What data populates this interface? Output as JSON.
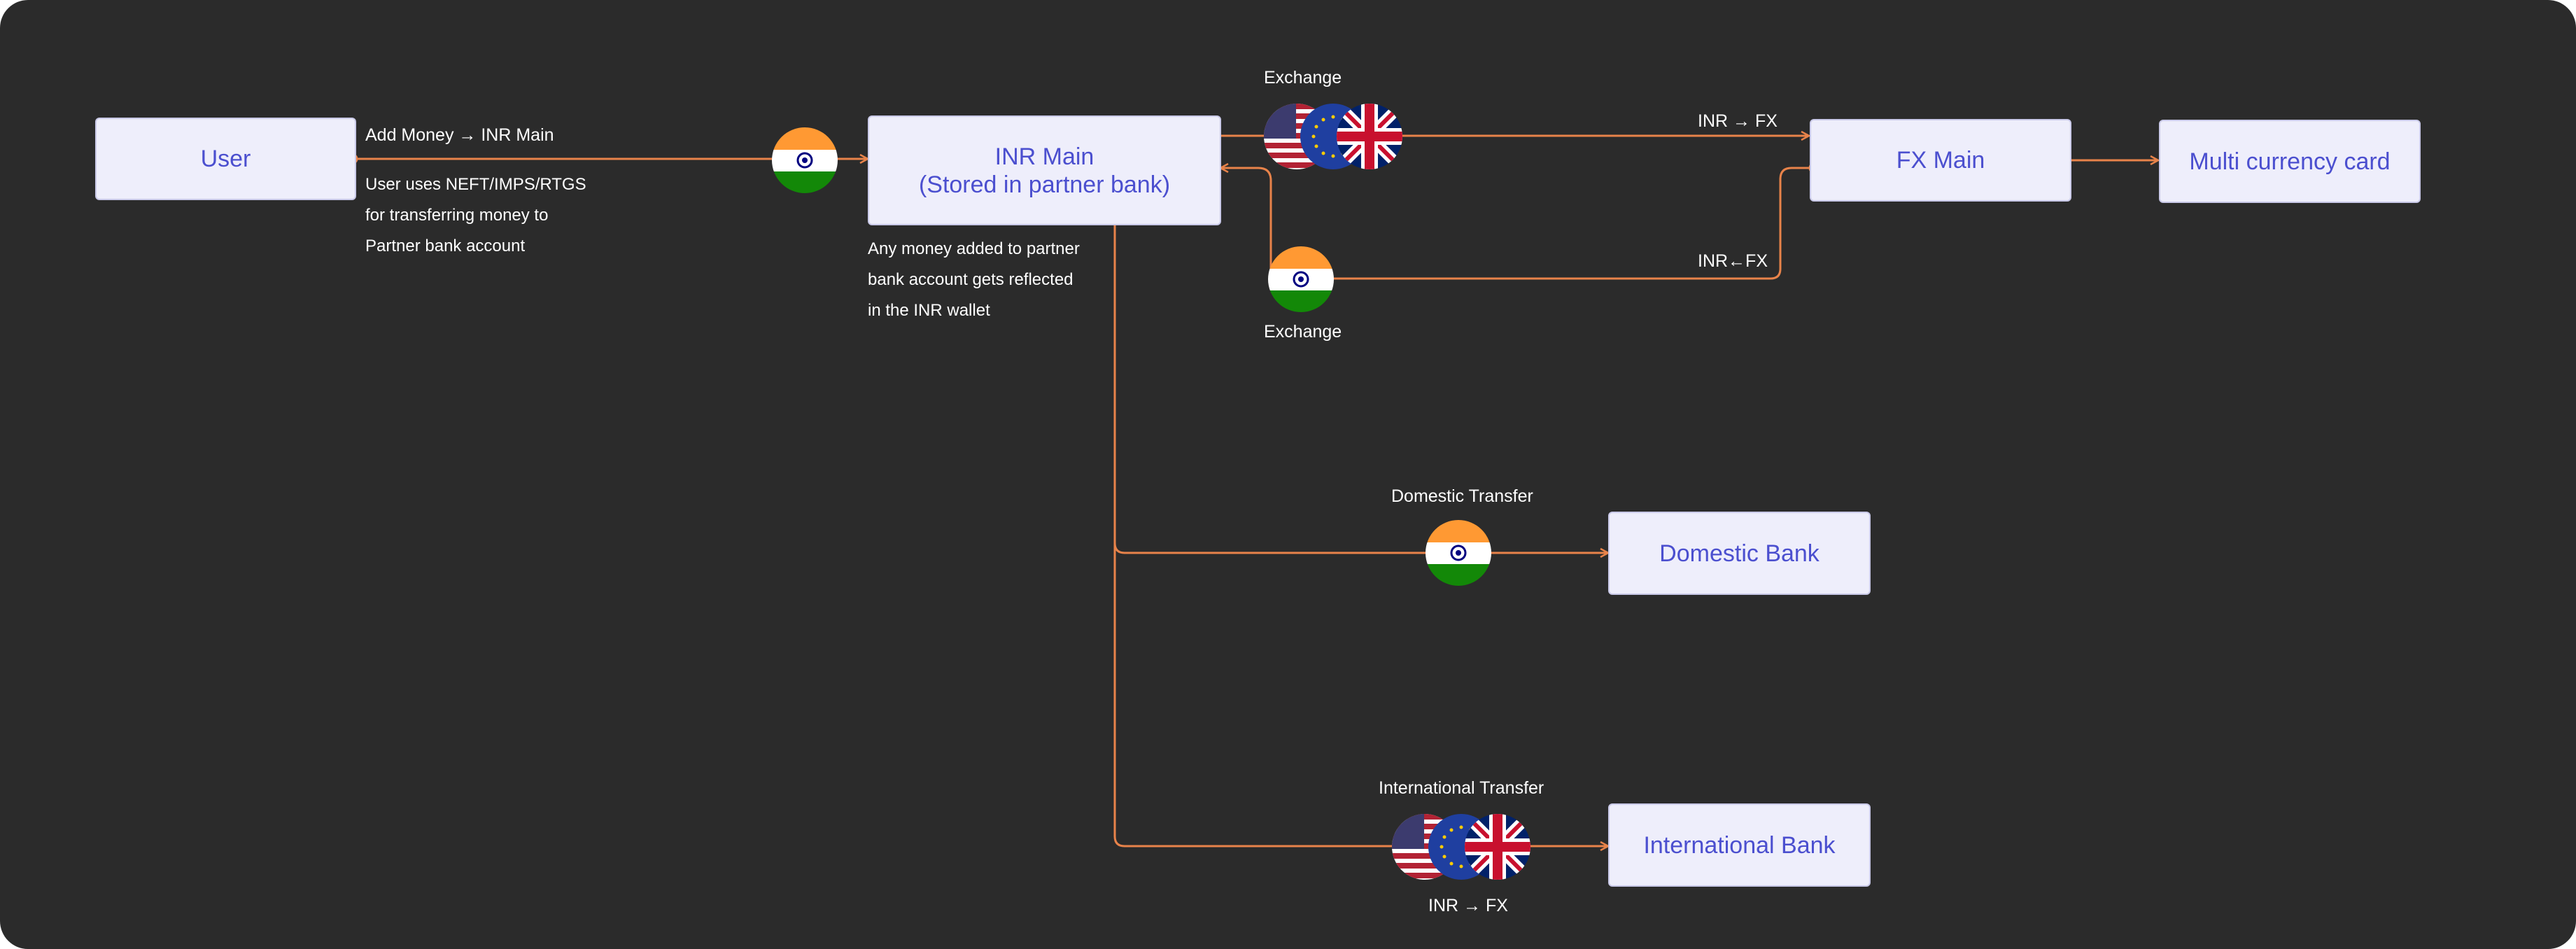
{
  "nodes": {
    "user": "User",
    "inr_main_line1": "INR Main",
    "inr_main_line2": "(Stored in partner bank)",
    "fx_main": "FX Main",
    "multi_currency_card": "Multi currency card",
    "domestic_bank": "Domestic Bank",
    "international_bank": "International Bank"
  },
  "labels": {
    "add_money": "Add Money → INR Main",
    "user_note": [
      "User uses NEFT/IMPS/RTGS",
      "for transferring money to",
      "Partner bank account"
    ],
    "inr_note": [
      "Any money added to partner",
      "bank account gets reflected",
      "in the INR wallet"
    ],
    "exchange_top": "Exchange",
    "exchange_bottom": "Exchange",
    "inr_to_fx_top": "INR → FX",
    "inr_from_fx": "INR←FX",
    "domestic_transfer": "Domestic Transfer",
    "international_transfer": "International Transfer",
    "inr_to_fx_bottom": "INR → FX"
  },
  "flags": {
    "india": [
      "india-flag-icon"
    ],
    "fx_group": [
      "us-flag-icon",
      "eu-flag-icon",
      "uk-flag-icon"
    ]
  },
  "colors": {
    "background": "#2b2b2b",
    "node_fill": "#eeeefb",
    "node_text": "#4b4fcf",
    "connector": "#e8834a",
    "label_text": "#ffffff"
  }
}
